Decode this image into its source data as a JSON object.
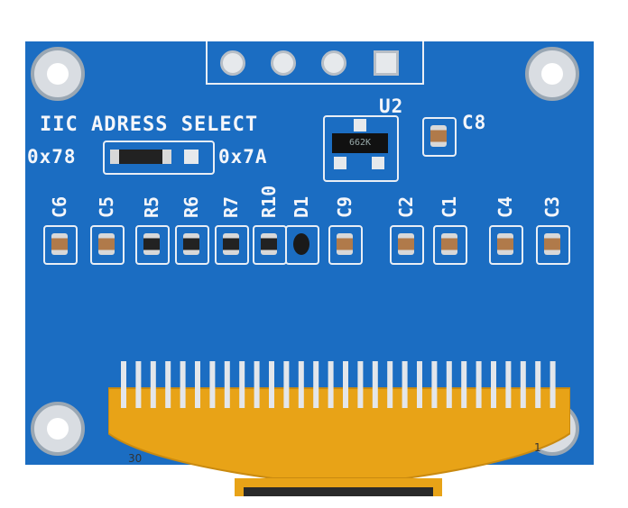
{
  "header": {
    "title": "IIC ADRESS SELECT"
  },
  "address": {
    "left": "0x78",
    "right": "0x7A"
  },
  "regulator": {
    "label": "U2",
    "marking": "662K"
  },
  "labels": {
    "c8": "C8",
    "row": [
      "C6",
      "C5",
      "R5",
      "R6",
      "R7",
      "R10",
      "D1",
      "C9",
      "C2",
      "C1",
      "C4",
      "C3"
    ]
  },
  "flex": {
    "pin_left": "30",
    "pin_right": "1"
  },
  "colors": {
    "pcb": "#1b6dc2",
    "flex": "#e8a317",
    "silk": "#f4f6fa"
  }
}
